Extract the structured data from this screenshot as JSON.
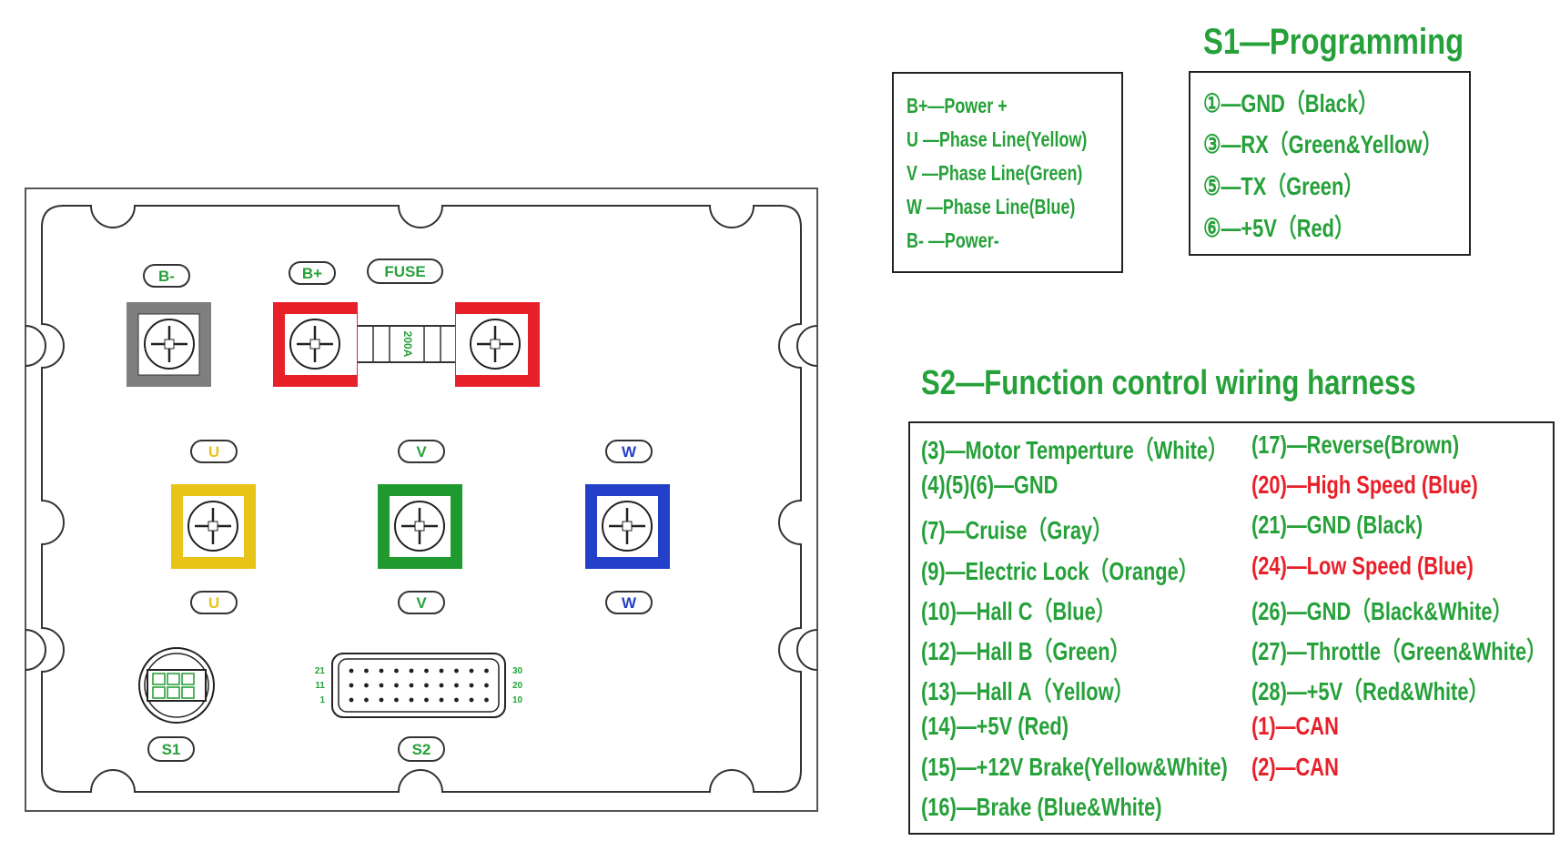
{
  "panel": {
    "labels": {
      "b_minus": "B-",
      "b_plus": "B+",
      "fuse": "FUSE",
      "fuse_rating": "200A",
      "u_top": "U",
      "v_top": "V",
      "w_top": "W",
      "u_bottom": "U",
      "v_bottom": "V",
      "w_bottom": "W",
      "s1": "S1",
      "s2": "S2",
      "s2_pin_left": [
        "21",
        "11",
        "1"
      ],
      "s2_pin_right": [
        "30",
        "20",
        "10"
      ]
    },
    "colors": {
      "b_minus_terminal": "#7f7f7f",
      "b_plus_terminal": "#e8202a",
      "u_terminal": "#e8c418",
      "v_terminal": "#1f9a2e",
      "w_terminal": "#2540c8",
      "label_green": "#26a13a"
    }
  },
  "power_legend": {
    "lines": [
      "B+—Power +",
      "U  —Phase Line(Yellow)",
      "V  —Phase Line(Green)",
      "W —Phase Line(Blue)",
      "B- —Power-"
    ]
  },
  "s1": {
    "title": "S1—Programming",
    "lines": [
      "①—GND（Black）",
      "③—RX（Green&Yellow）",
      "⑤—TX（Green）",
      "⑥—+5V（Red）"
    ]
  },
  "s2": {
    "title": "S2—Function control wiring harness",
    "left": [
      {
        "text": "(3)—Motor Temperture（White）",
        "color": "green"
      },
      {
        "text": "(4)(5)(6)—GND",
        "color": "green"
      },
      {
        "text": "(7)—Cruise（Gray）",
        "color": "green"
      },
      {
        "text": "(9)—Electric Lock（Orange）",
        "color": "green"
      },
      {
        "text": "(10)—Hall C（Blue）",
        "color": "green"
      },
      {
        "text": "(12)—Hall B（Green）",
        "color": "green"
      },
      {
        "text": "(13)—Hall A（Yellow）",
        "color": "green"
      },
      {
        "text": "(14)—+5V    (Red)",
        "color": "green"
      },
      {
        "text": "(15)—+12V Brake(Yellow&White)",
        "color": "green"
      },
      {
        "text": "(16)—Brake  (Blue&White)",
        "color": "green"
      }
    ],
    "right": [
      {
        "text": "(17)—Reverse(Brown)",
        "color": "green"
      },
      {
        "text": "(20)—High Speed (Blue)",
        "color": "red"
      },
      {
        "text": "(21)—GND (Black)",
        "color": "green"
      },
      {
        "text": "(24)—Low Speed (Blue)",
        "color": "red"
      },
      {
        "text": "(26)—GND（Black&White）",
        "color": "green"
      },
      {
        "text": "(27)—Throttle（Green&White）",
        "color": "green"
      },
      {
        "text": "(28)—+5V（Red&White）",
        "color": "green"
      },
      {
        "text": "(1)—CAN",
        "color": "red"
      },
      {
        "text": "(2)—CAN",
        "color": "red"
      }
    ]
  }
}
